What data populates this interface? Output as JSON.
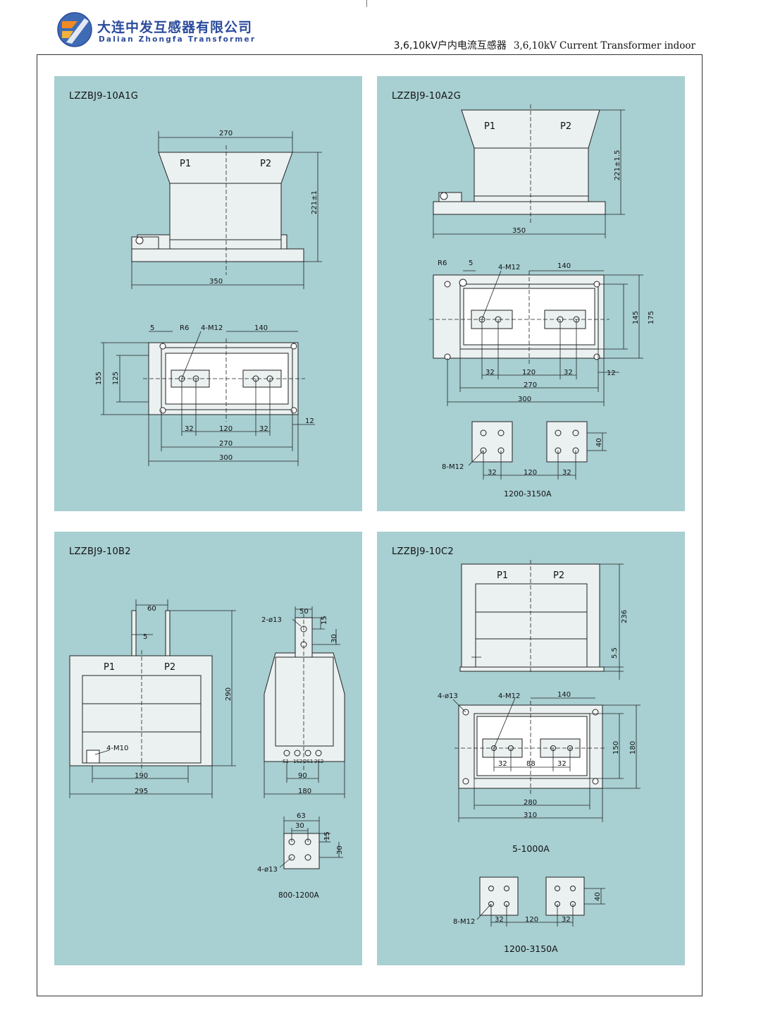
{
  "header": {
    "company_cn": "大连中发互感器有限公司",
    "company_en": "Dalian Zhongfa Transformer",
    "title_cn": "3,6,10kV户内电流互感器",
    "title_en": "3,6,10kV Current Transformer indoor"
  },
  "colors": {
    "panel_bg": "#a8cfd2",
    "body_fill": "#eaf1f0",
    "brand": "#2b4b9c"
  },
  "panels": {
    "a1g": {
      "title": "LZZBJ9-10A1G",
      "labels": {
        "p1": "P1",
        "p2": "P2",
        "r6": "R6",
        "m12": "4-M12"
      },
      "dims": {
        "w270": "270",
        "h221": "221±1",
        "w350": "350",
        "d5": "5",
        "d140": "140",
        "d155": "155",
        "d125": "125",
        "d32a": "32",
        "d120": "120",
        "d32b": "32",
        "d12": "12",
        "d270": "270",
        "d300": "300"
      }
    },
    "a2g": {
      "title": "LZZBJ9-10A2G",
      "labels": {
        "p1": "P1",
        "p2": "P2",
        "r6": "R6",
        "m12": "4-M12",
        "m12b": "8-M12"
      },
      "dims": {
        "h221": "221±1.5",
        "w350": "350",
        "d5": "5",
        "d140": "140",
        "d145": "145",
        "d175": "175",
        "d32a": "32",
        "d120": "120",
        "d32b": "32",
        "d12": "12",
        "d270": "270",
        "d300": "300",
        "d40": "40",
        "t32a": "32",
        "t120": "120",
        "t32b": "32"
      },
      "caption": "1200-3150A"
    },
    "b2": {
      "title": "LZZBJ9-10B2",
      "labels": {
        "p1": "P1",
        "p2": "P2",
        "m10": "4-M10",
        "o13": "2-ø13",
        "o13b": "4-ø13",
        "s1": "S1",
        "s1s2": "1S2",
        "s2s1": "2S1",
        "s2s2": "2S2"
      },
      "dims": {
        "d60": "60",
        "d5": "5",
        "h290": "290",
        "d190": "190",
        "d295": "295",
        "d50": "50",
        "d15": "15",
        "d30": "30",
        "d90": "90",
        "d180": "180",
        "d63": "63",
        "t30": "30",
        "t15": "15",
        "t30b": "30"
      },
      "caption": "800-1200A"
    },
    "c2": {
      "title": "LZZBJ9-10C2",
      "labels": {
        "p1": "P1",
        "p2": "P2",
        "o13": "4-ø13",
        "m12": "4-M12",
        "m12b": "8-M12"
      },
      "dims": {
        "h236": "236",
        "d55": "5.5",
        "d140": "140",
        "d150": "150",
        "d180": "180",
        "d32a": "32",
        "d88": "88",
        "d32b": "32",
        "d280": "280",
        "d310": "310",
        "d40": "40",
        "t32a": "32",
        "t120": "120",
        "t32b": "32"
      },
      "caption1": "5-1000A",
      "caption2": "1200-3150A"
    }
  }
}
